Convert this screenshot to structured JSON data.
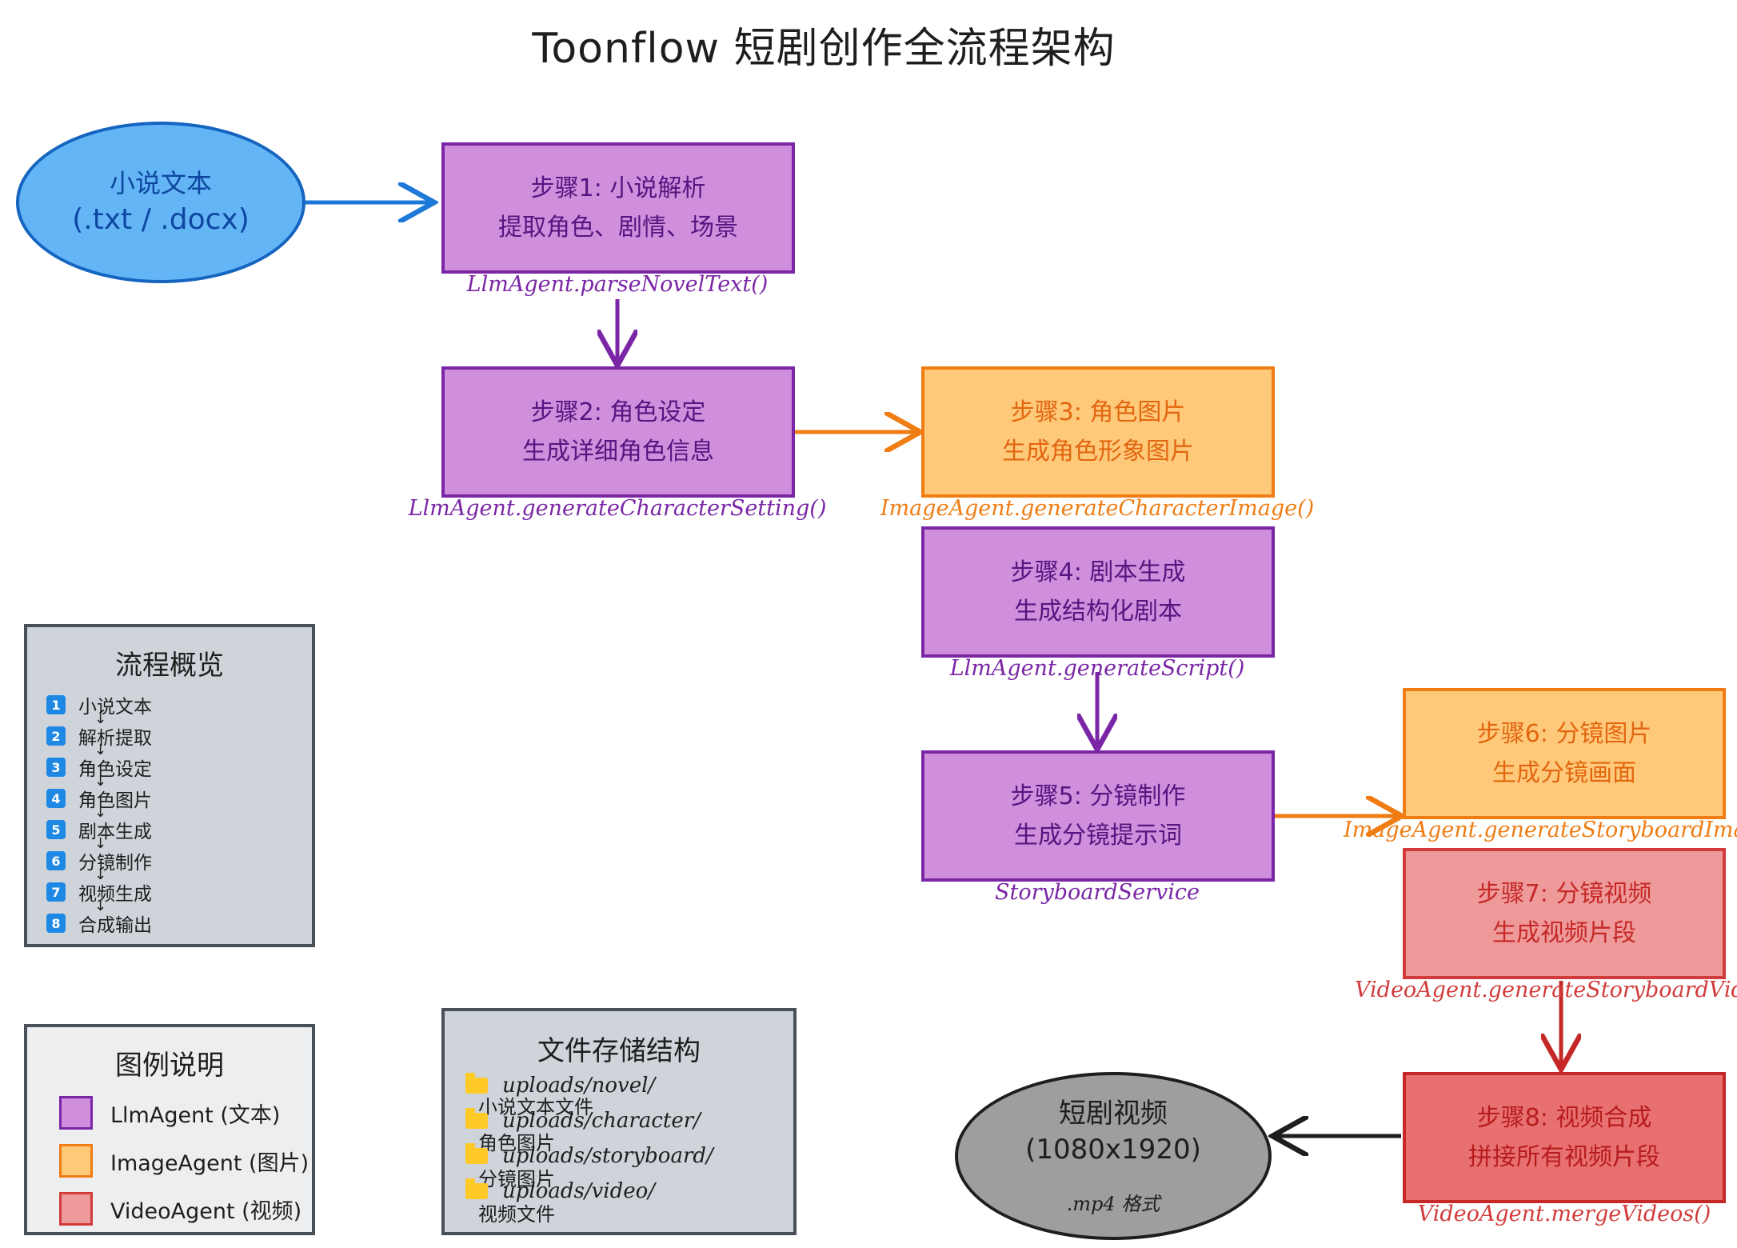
{
  "title": "Toonflow 短剧创作全流程架构",
  "input": {
    "line1": "小说文本",
    "line2": "(.txt / .docx)"
  },
  "steps": [
    {
      "line1": "步骤1: 小说解析",
      "line2": "提取角色、剧情、场景",
      "fn": "LlmAgent.parseNovelText()"
    },
    {
      "line1": "步骤2: 角色设定",
      "line2": "生成详细角色信息",
      "fn": "LlmAgent.generateCharacterSetting()"
    },
    {
      "line1": "步骤3: 角色图片",
      "line2": "生成角色形象图片",
      "fn": "ImageAgent.generateCharacterImage()"
    },
    {
      "line1": "步骤4: 剧本生成",
      "line2": "生成结构化剧本",
      "fn": "LlmAgent.generateScript()"
    },
    {
      "line1": "步骤5: 分镜制作",
      "line2": "生成分镜提示词",
      "fn": "StoryboardService"
    },
    {
      "line1": "步骤6: 分镜图片",
      "line2": "生成分镜画面",
      "fn": "ImageAgent.generateStoryboardIma"
    },
    {
      "line1": "步骤7: 分镜视频",
      "line2": "生成视频片段",
      "fn": "VideoAgent.generateStoryboardVide"
    },
    {
      "line1": "步骤8: 视频合成",
      "line2": "拼接所有视频片段",
      "fn": "VideoAgent.mergeVideos()"
    }
  ],
  "output": {
    "line1": "短剧视频",
    "line2": "(1080x1920)",
    "line3": ".mp4 格式"
  },
  "overview": {
    "title": "流程概览",
    "items": [
      {
        "num": "1",
        "label": "小说文本"
      },
      {
        "num": "2",
        "label": "解析提取"
      },
      {
        "num": "3",
        "label": "角色设定"
      },
      {
        "num": "4",
        "label": "角色图片"
      },
      {
        "num": "5",
        "label": "剧本生成"
      },
      {
        "num": "6",
        "label": "分镜制作"
      },
      {
        "num": "7",
        "label": "视频生成"
      },
      {
        "num": "8",
        "label": "合成输出"
      }
    ],
    "arrow": "↓"
  },
  "legend": {
    "title": "图例说明",
    "items": [
      {
        "label": "LlmAgent (文本)",
        "fill": "#cf8fdc",
        "stroke": "#7a26a6"
      },
      {
        "label": "ImageAgent (图片)",
        "fill": "#ffc97a",
        "stroke": "#ef7d14"
      },
      {
        "label": "VideoAgent (视频)",
        "fill": "#ef9a9a",
        "stroke": "#d23b3b"
      }
    ]
  },
  "files": {
    "title": "文件存储结构",
    "items": [
      {
        "path": "uploads/novel/",
        "desc": "小说文本文件"
      },
      {
        "path": "uploads/character/",
        "desc": "角色图片"
      },
      {
        "path": "uploads/storyboard/",
        "desc": "分镜图片"
      },
      {
        "path": "uploads/video/",
        "desc": "视频文件"
      }
    ]
  },
  "colors": {
    "llm": "#7a26a6",
    "image": "#ef7d14",
    "video": "#c62828",
    "input": "#1565c0",
    "output": "#1e1e1e"
  }
}
